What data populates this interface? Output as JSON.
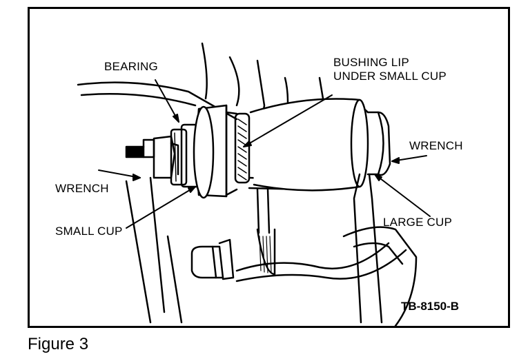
{
  "labels": {
    "bearing": "BEARING",
    "bushing_lip_line1": "BUSHING LIP",
    "bushing_lip_line2": "UNDER SMALL CUP",
    "wrench_right": "WRENCH",
    "wrench_left": "WRENCH",
    "small_cup": "SMALL CUP",
    "large_cup": "LARGE CUP"
  },
  "figure_tag": "TB-8150-B",
  "caption": "Figure 3"
}
